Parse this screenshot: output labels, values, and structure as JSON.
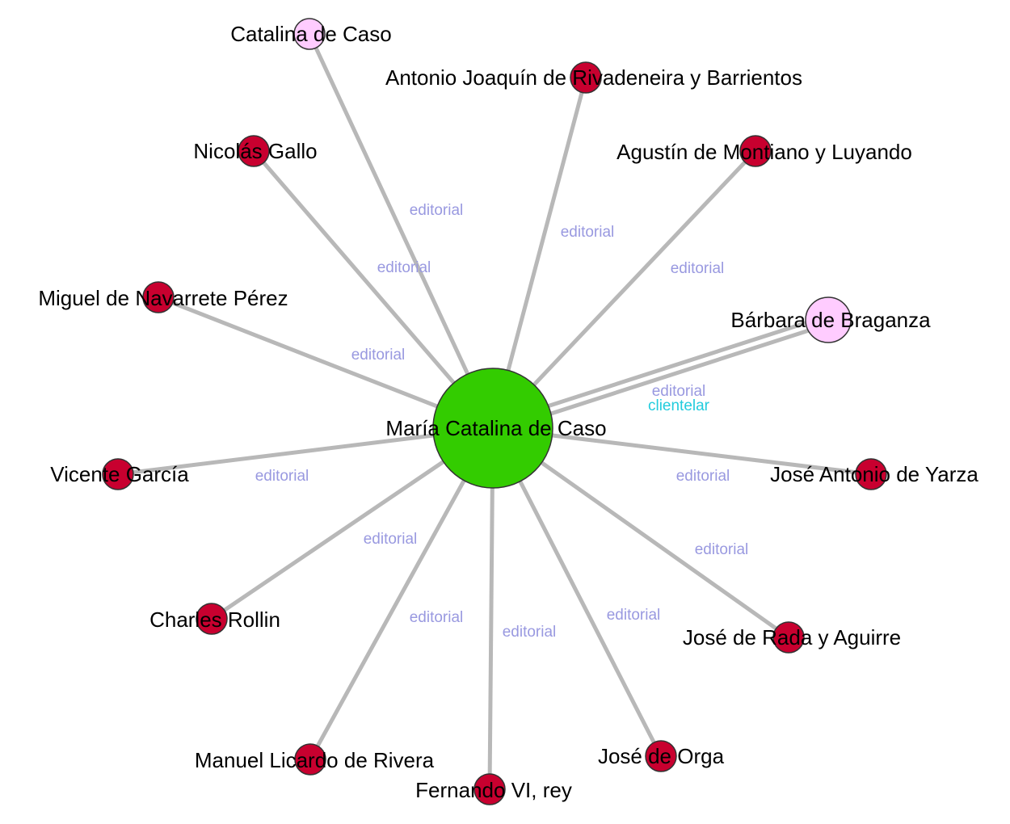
{
  "colors": {
    "center": "#33cc00",
    "person": "#c8002f",
    "woman": "#ffccff",
    "edge": "#b8b8b8",
    "node_stroke": "#333333",
    "label_editorial": "#9999e0",
    "label_clientelar": "#22ccdd"
  },
  "center": {
    "label": "María Catalina de Caso"
  },
  "nodes": [
    {
      "id": "catalina",
      "label": "Catalina de Caso",
      "kind": "woman",
      "edge_label": "editorial"
    },
    {
      "id": "rivadeneira",
      "label": "Antonio Joaquín de Rivadeneira y Barrientos",
      "kind": "person",
      "edge_label": "editorial"
    },
    {
      "id": "gallo",
      "label": "Nicolás Gallo",
      "kind": "person",
      "edge_label": "editorial"
    },
    {
      "id": "montiano",
      "label": "Agustín de Montiano y Luyando",
      "kind": "person",
      "edge_label": "editorial"
    },
    {
      "id": "navarrete",
      "label": "Miguel de Navarrete Pérez",
      "kind": "person",
      "edge_label": "editorial"
    },
    {
      "id": "braganza",
      "label": "Bárbara de Braganza",
      "kind": "woman",
      "edge_label": "editorial",
      "edge_label_2": "clientelar"
    },
    {
      "id": "garcia",
      "label": "Vicente García",
      "kind": "person",
      "edge_label": "editorial"
    },
    {
      "id": "yarza",
      "label": "José Antonio de Yarza",
      "kind": "person",
      "edge_label": "editorial"
    },
    {
      "id": "rollin",
      "label": "Charles Rollin",
      "kind": "person",
      "edge_label": "editorial"
    },
    {
      "id": "rada",
      "label": "José de Rada y Aguirre",
      "kind": "person",
      "edge_label": "editorial"
    },
    {
      "id": "licardo",
      "label": "Manuel Licardo de Rivera",
      "kind": "person",
      "edge_label": "editorial"
    },
    {
      "id": "fernando",
      "label": "Fernando VI, rey",
      "kind": "person",
      "edge_label": "editorial"
    },
    {
      "id": "orga",
      "label": "José de Orga",
      "kind": "person",
      "edge_label": "editorial"
    }
  ]
}
